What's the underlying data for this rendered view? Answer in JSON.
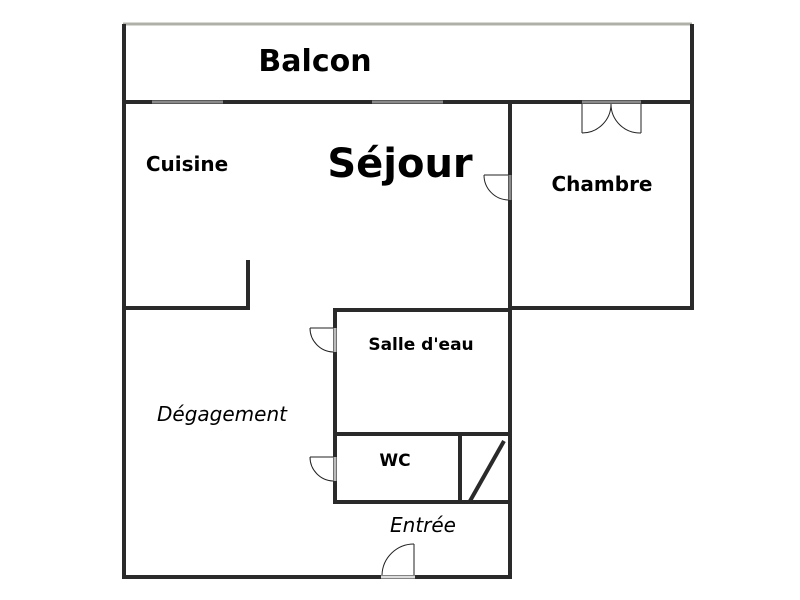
{
  "plan": {
    "rooms": {
      "balcon": "Balcon",
      "cuisine": "Cuisine",
      "sejour": "Séjour",
      "chambre": "Chambre",
      "salle_deau": "Salle d'eau",
      "wc": "WC",
      "degagement": "Dégagement",
      "entree": "Entrée"
    },
    "colors": {
      "wall": "#2a2a2a",
      "window": "#8a8a8a",
      "balcony_edge": "#b0b0a8"
    }
  }
}
